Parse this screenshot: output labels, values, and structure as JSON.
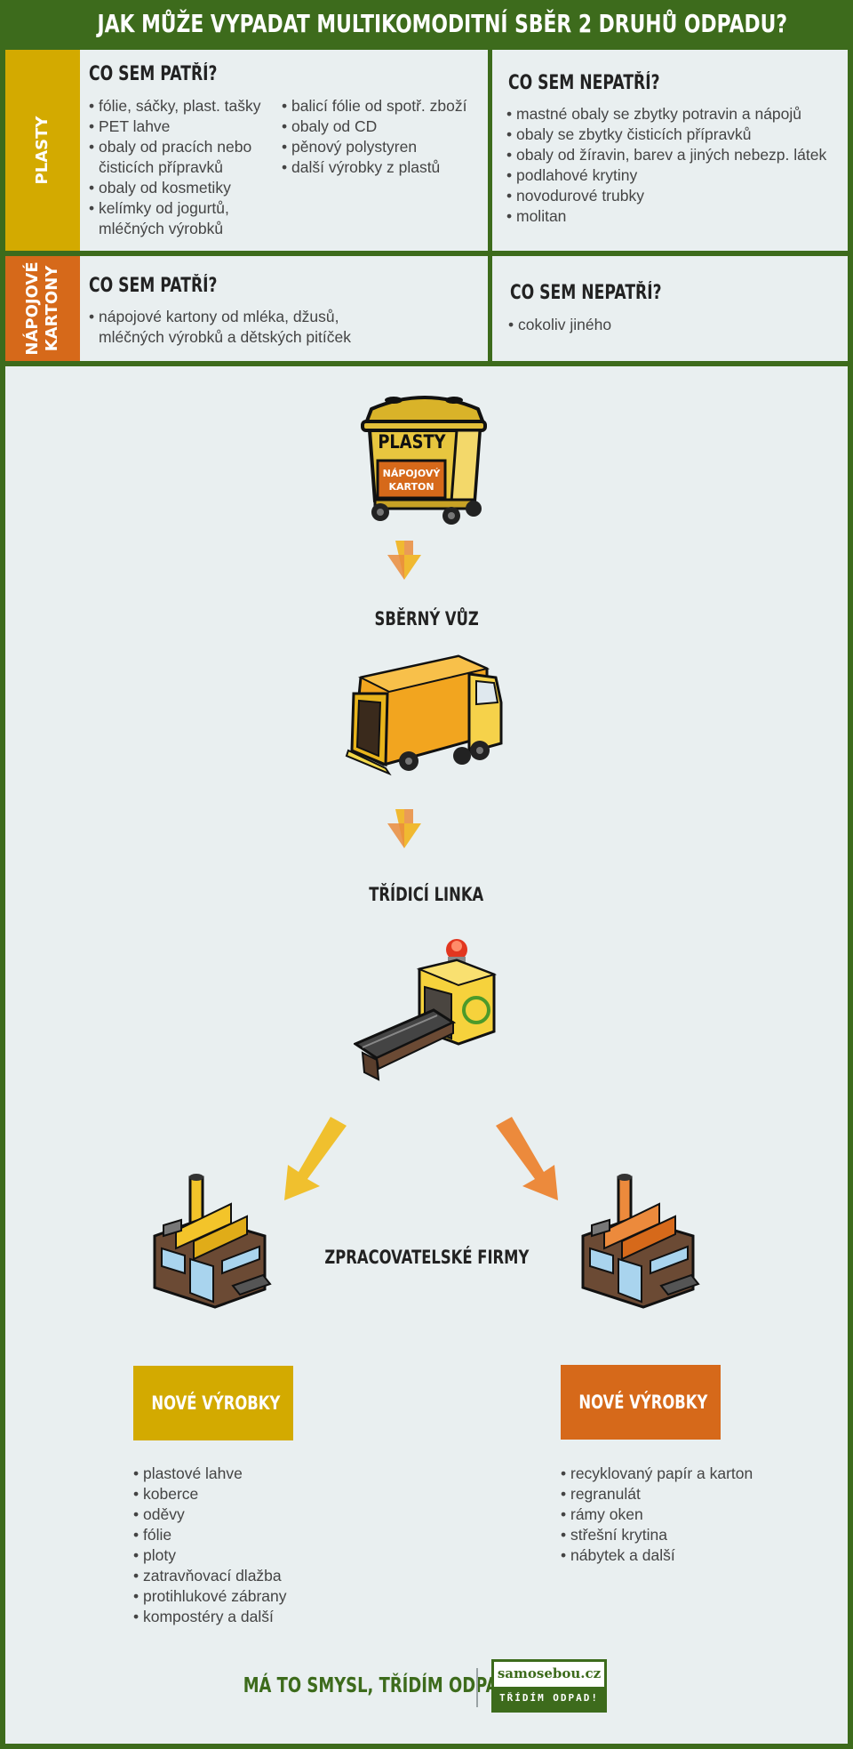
{
  "title": "JAK MŮŽE VYPADAT MULTIKOMODITNÍ SBĚR 2 DRUHŮ ODPADU?",
  "colors": {
    "frame": "#3d6b1c",
    "panel": "#e9eff0",
    "plasty": "#d3aa00",
    "kartony": "#d6691a",
    "text": "#444444"
  },
  "plasty": {
    "tag": "PLASTY",
    "belongs_heading": "CO SEM PATŘÍ?",
    "belongs_col1": [
      "fólie, sáčky, plast. tašky",
      "PET lahve",
      "obaly od pracích nebo čisticích přípravků",
      "obaly od kosmetiky",
      "kelímky od jogurtů, mléčných výrobků"
    ],
    "belongs_col2": [
      "balicí fólie od spotř. zboží",
      "obaly od CD",
      "pěnový polystyren",
      "další výrobky z plastů"
    ],
    "not_heading": "CO SEM NEPATŘÍ?",
    "not_items": [
      "mastné obaly se zbytky potravin a nápojů",
      "obaly se zbytky čisticích přípravků",
      "obaly od žíravin, barev a jiných nebezp. látek",
      "podlahové krytiny",
      "novodurové trubky",
      "molitan"
    ]
  },
  "kartony": {
    "tag_line1": "NÁPOJOVÉ",
    "tag_line2": "KARTONY",
    "belongs_heading": "CO SEM PATŘÍ?",
    "belongs_items": [
      "nápojové kartony od mléka, džusů, mléčných výrobků a dětských pitíček"
    ],
    "not_heading": "CO SEM NEPATŘÍ?",
    "not_items": [
      "cokoliv jiného"
    ]
  },
  "bin": {
    "label": "PLASTY",
    "sublabel_line1": "NÁPOJOVÝ",
    "sublabel_line2": "KARTON"
  },
  "steps": {
    "truck": "SBĚRNÝ VŮZ",
    "line": "TŘÍDICÍ LINKA",
    "firms": "ZPRACOVATELSKÉ FIRMY"
  },
  "left_products": {
    "label": "NOVÉ VÝROBKY",
    "items": [
      "plastové lahve",
      "koberce",
      "oděvy",
      "fólie",
      "ploty",
      "zatravňovací dlažba",
      "protihlukové zábrany",
      "kompostéry a další"
    ]
  },
  "right_products": {
    "label": "NOVÉ VÝROBKY",
    "items": [
      "recyklovaný papír a karton",
      "regranulát",
      "rámy oken",
      "střešní krytina",
      "nábytek a další"
    ]
  },
  "footer": {
    "slogan": "MÁ TO SMYSL, TŘÍDÍM ODPAD!",
    "logo_domain": "samosebou.cz",
    "logo_tagline": "TŘÍDÍM ODPAD!"
  }
}
